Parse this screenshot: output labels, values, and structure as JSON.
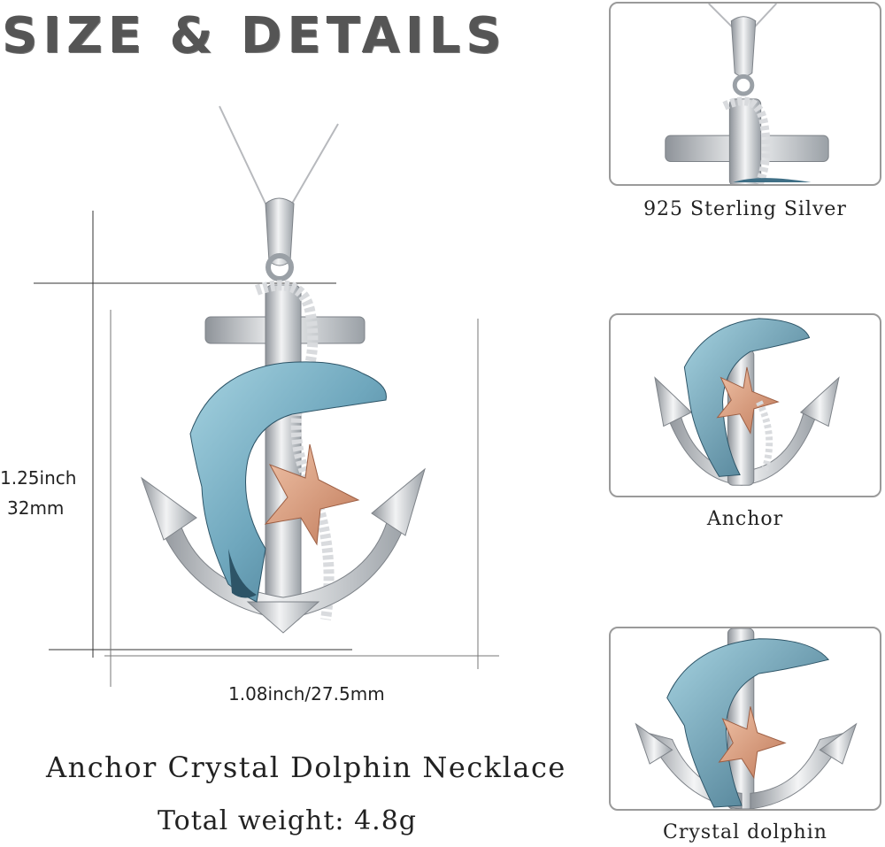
{
  "headline": "SIZE & DETAILS",
  "dimensions": {
    "height_inch": "1.25inch",
    "height_mm": "32mm",
    "width": "1.08inch/27.5mm"
  },
  "product": {
    "title": "Anchor Crystal Dolphin Necklace",
    "weight": "Total weight: 4.8g"
  },
  "details": [
    {
      "caption": "925 Sterling Silver"
    },
    {
      "caption": "Anchor"
    },
    {
      "caption": "Crystal dolphin"
    }
  ],
  "colors": {
    "silver": "#c9ccd0",
    "silver_dark": "#8e9399",
    "crystal": "#6fa7bd",
    "crystal_dark": "#3f6f86",
    "rose_gold": "#d79a7a",
    "card_border": "#9a9a9a"
  }
}
